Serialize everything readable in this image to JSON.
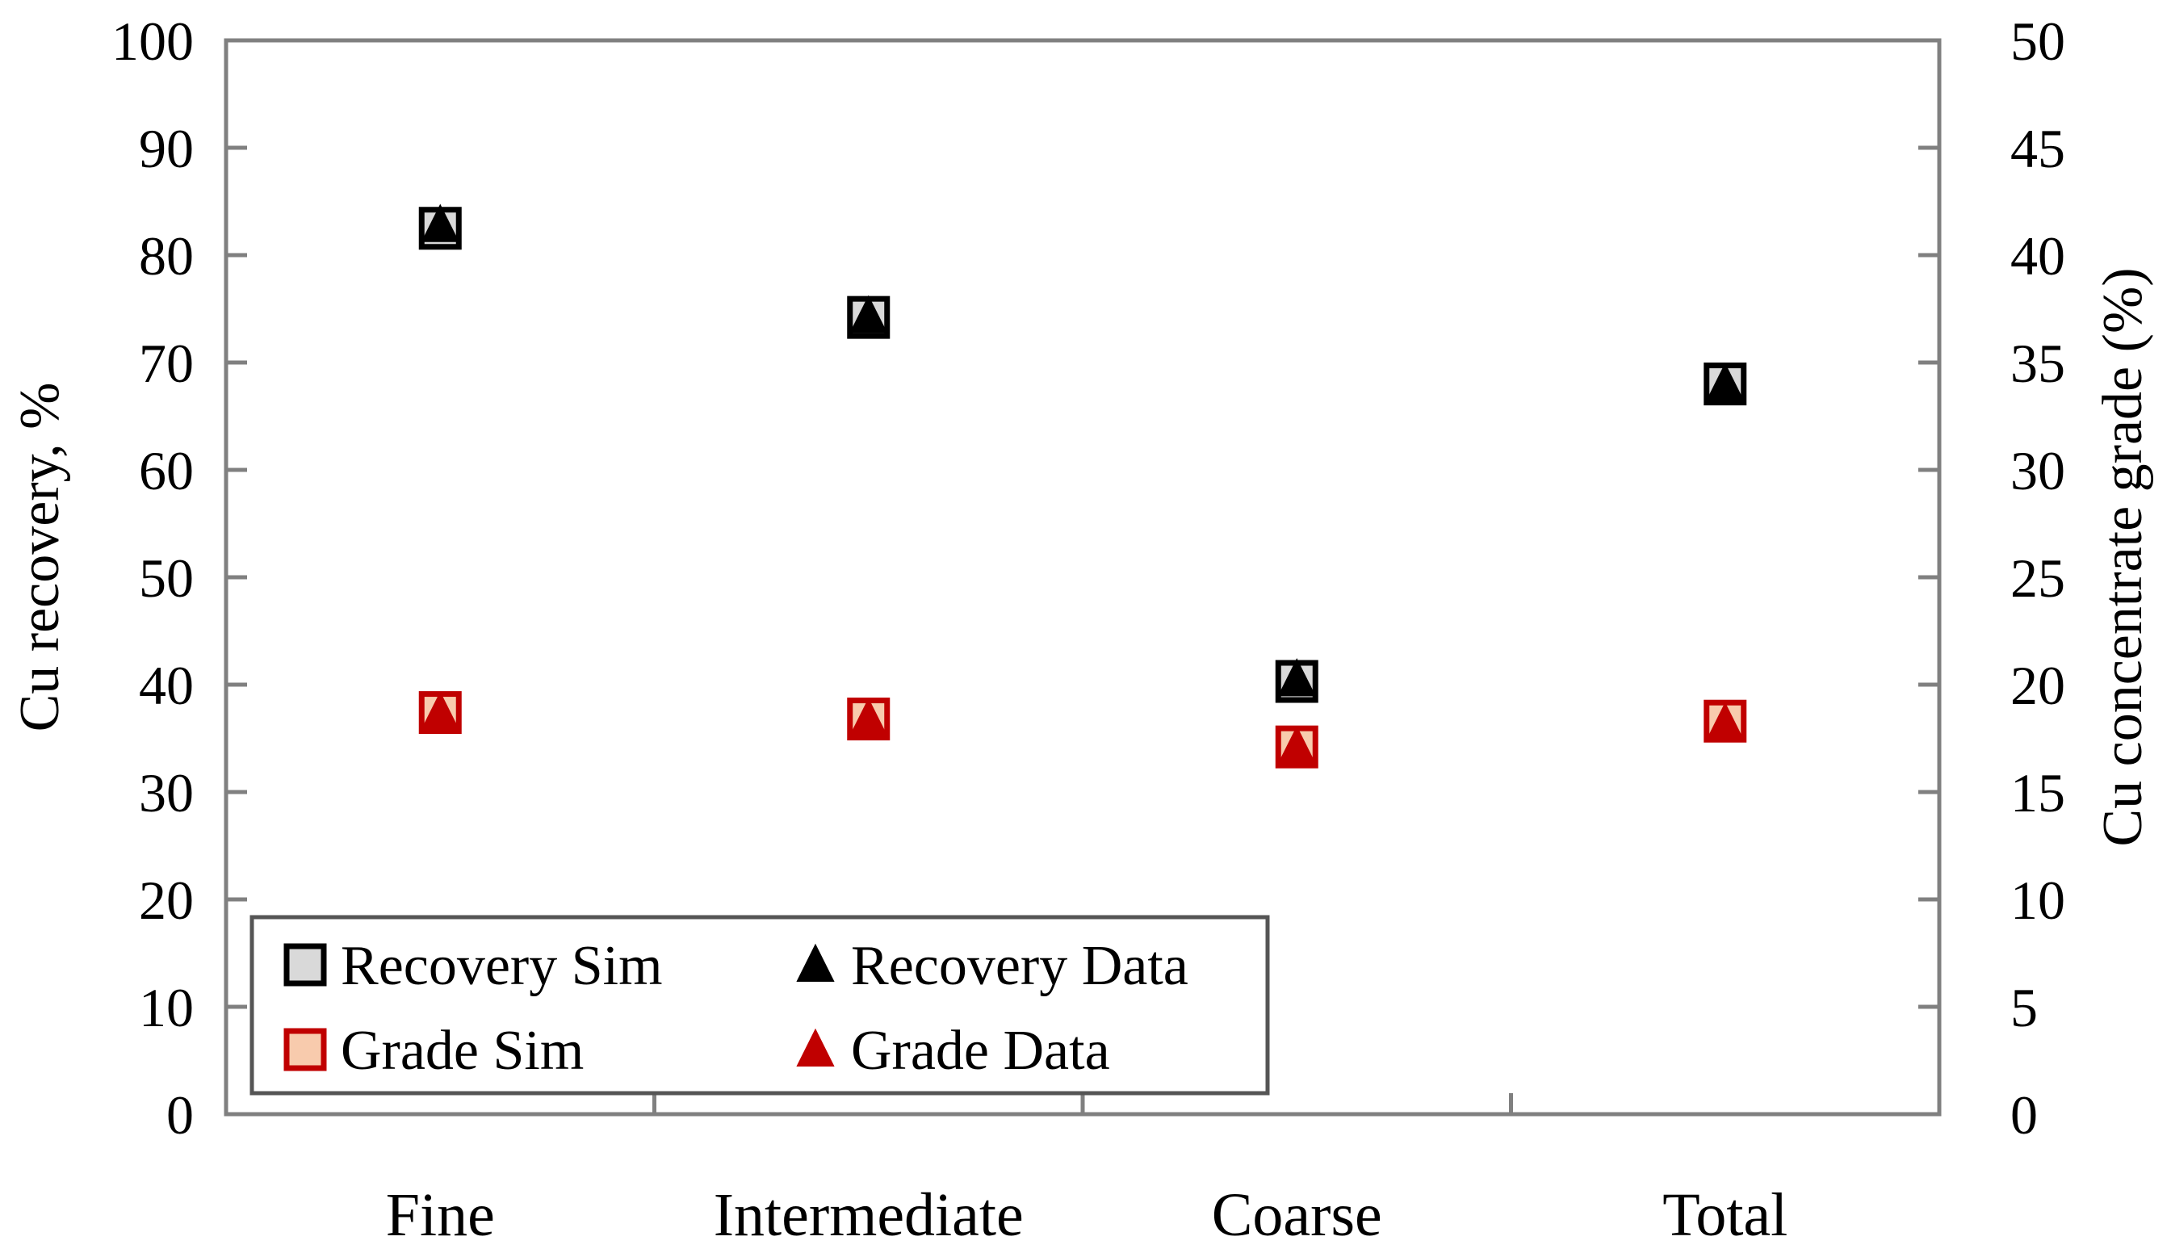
{
  "chart_data": {
    "type": "scatter",
    "categories": [
      "Fine",
      "Intermediate",
      "Coarse",
      "Total"
    ],
    "ylabel": "Cu  recovery, %",
    "y2label": "Cu concentrate grade (%)",
    "ylim": [
      0,
      100
    ],
    "y2lim": [
      0,
      50
    ],
    "yticks": [
      "0",
      "10",
      "20",
      "30",
      "40",
      "50",
      "60",
      "70",
      "80",
      "90",
      "100"
    ],
    "y2ticks": [
      "0",
      "5",
      "10",
      "15",
      "20",
      "25",
      "30",
      "35",
      "40",
      "45",
      "50"
    ],
    "series": [
      {
        "name": "Recovery Sim",
        "axis": "left",
        "marker": "square",
        "fill": "#d9d9d9",
        "stroke": "#000000",
        "values": [
          82.5,
          74.2,
          40.3,
          68.0
        ]
      },
      {
        "name": "Recovery Data",
        "axis": "left",
        "marker": "triangle",
        "fill": "#000000",
        "stroke": "#000000",
        "values": [
          82.8,
          74.3,
          40.5,
          68.0
        ]
      },
      {
        "name": "Grade Sim",
        "axis": "right",
        "marker": "square",
        "fill": "#f8cbad",
        "stroke": "#c00000",
        "values": [
          18.7,
          18.4,
          17.1,
          18.3
        ]
      },
      {
        "name": "Grade Data",
        "axis": "right",
        "marker": "triangle",
        "fill": "#c00000",
        "stroke": "#c00000",
        "values": [
          18.7,
          18.4,
          17.1,
          18.2
        ]
      }
    ],
    "legend": {
      "placement": "bottom-left",
      "items": [
        "Recovery Sim",
        "Recovery Data",
        "Grade Sim",
        "Grade Data"
      ]
    },
    "grid": false
  }
}
